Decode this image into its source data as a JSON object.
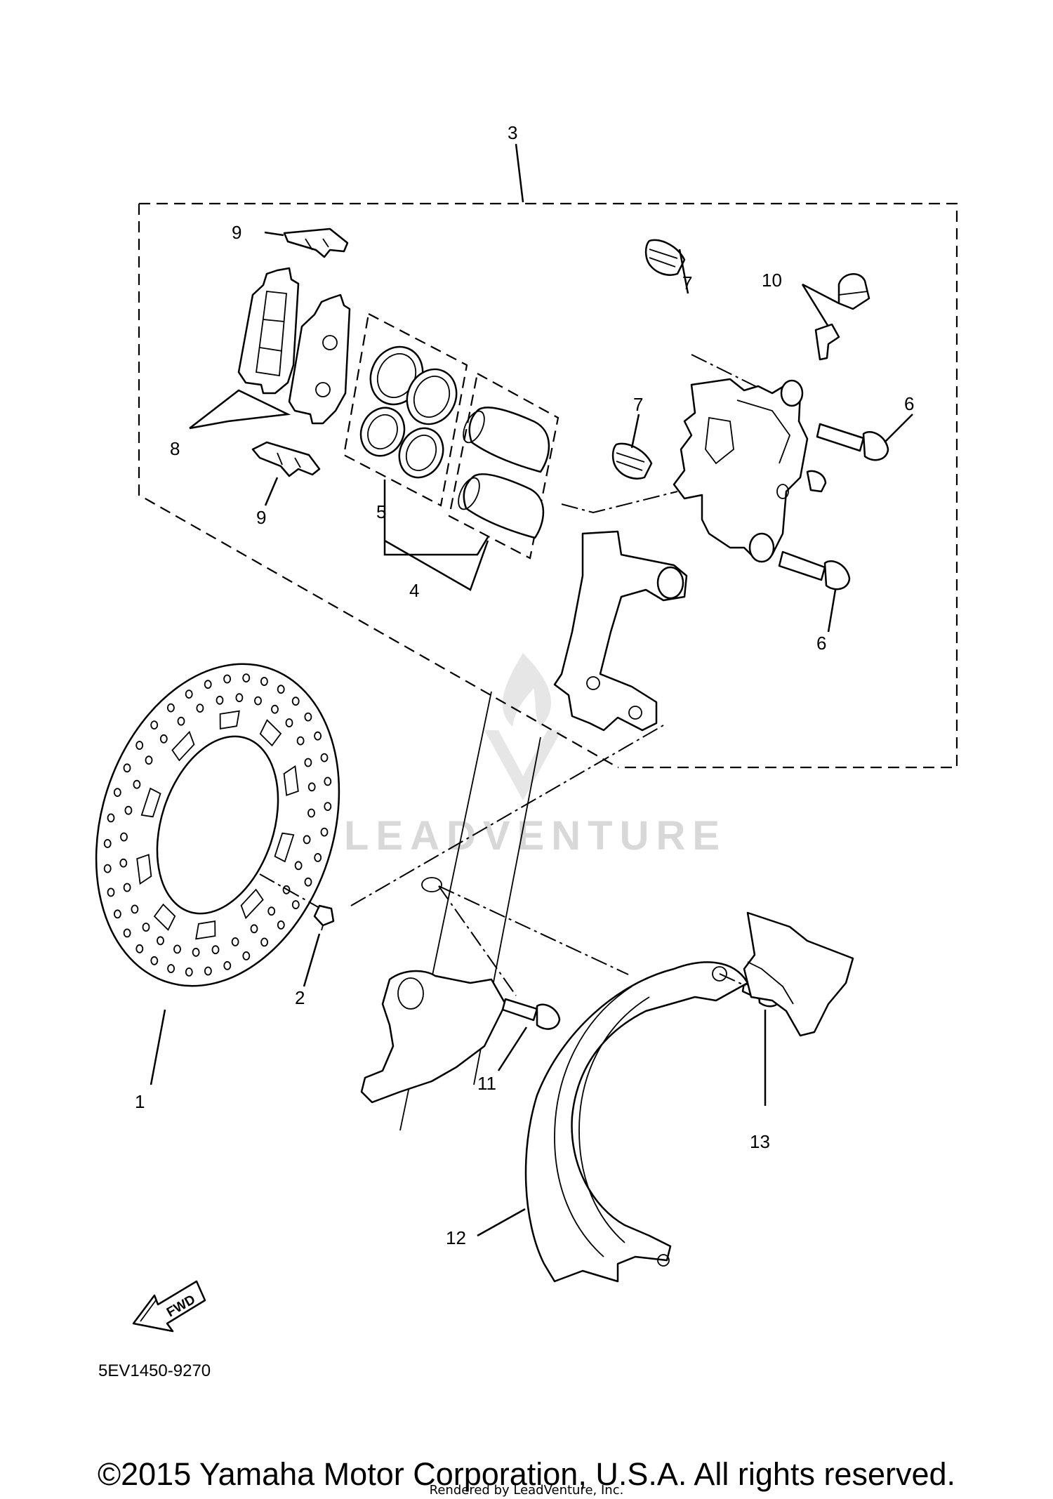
{
  "callouts": {
    "c1": "1",
    "c2": "2",
    "c3": "3",
    "c4": "4",
    "c5": "5",
    "c6a": "6",
    "c6b": "6",
    "c7a": "7",
    "c7b": "7",
    "c8": "8",
    "c9a": "9",
    "c9b": "9",
    "c10": "10",
    "c11": "11",
    "c12": "12",
    "c13": "13"
  },
  "fwd_label": "FWD",
  "diagram_code": "5EV1450-9270",
  "watermark": "LEADVENTURE",
  "copyright": "©2015 Yamaha Motor Corporation, U.S.A. All rights reserved.",
  "rendered_by": "Rendered by LeadVenture, Inc."
}
